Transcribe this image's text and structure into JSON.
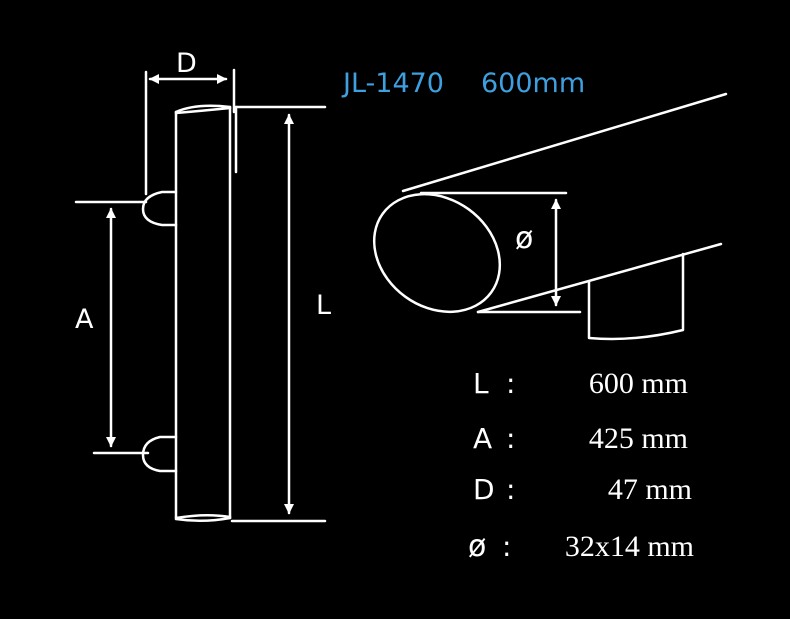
{
  "title": {
    "model": "JL-1470",
    "length": "600mm",
    "color": "#3fa0e0"
  },
  "drawing": {
    "label_d": "D",
    "label_a": "A",
    "label_l": "L",
    "label_phi": "ø",
    "line_color": "#ffffff",
    "background": "#000000"
  },
  "specs": [
    {
      "key": "L",
      "sep": ":",
      "value": "600 mm"
    },
    {
      "key": "A",
      "sep": ":",
      "value": "425 mm"
    },
    {
      "key": "D",
      "sep": ":",
      "value": "47 mm"
    },
    {
      "key": "ø",
      "sep": ":",
      "value": "32x14 mm"
    }
  ]
}
